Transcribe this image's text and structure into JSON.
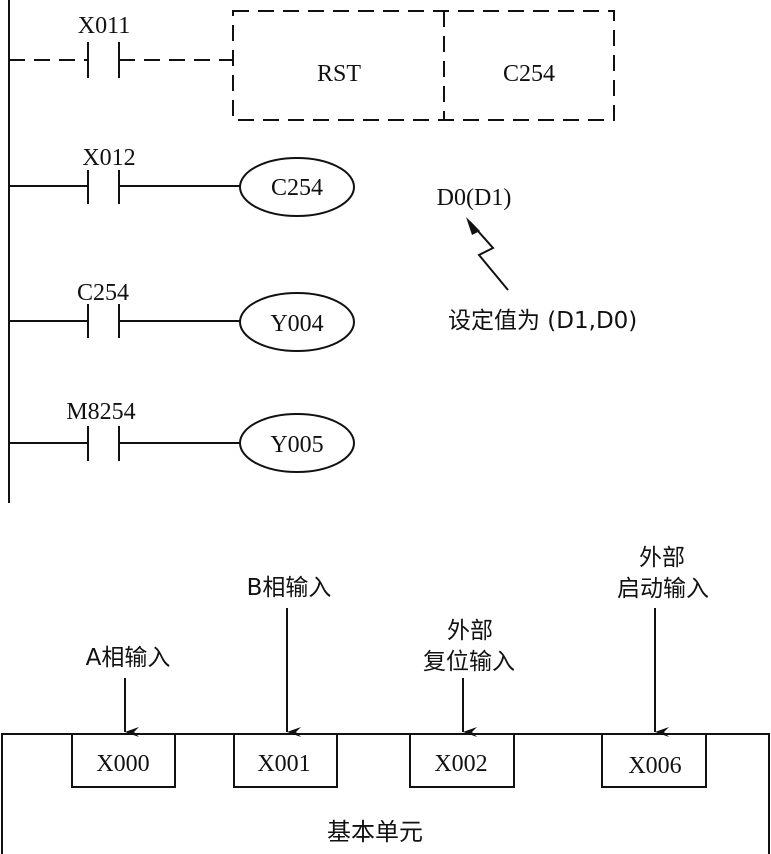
{
  "ladder": {
    "rungs": [
      {
        "contact": "X011",
        "instruction": "RST",
        "operand": "C254",
        "style": "dashed"
      },
      {
        "contact": "X012",
        "coil": "C254"
      },
      {
        "contact": "C254",
        "coil": "Y004"
      },
      {
        "contact": "M8254",
        "coil": "Y005"
      }
    ],
    "annotation": {
      "register": "D0(D1)",
      "note": "设定值为 (D1,D0)"
    }
  },
  "unit": {
    "title": "基本单元",
    "inputs": [
      {
        "terminal": "X000",
        "label_lines": [
          "A相输入"
        ]
      },
      {
        "terminal": "X001",
        "label_lines": [
          "B相输入"
        ]
      },
      {
        "terminal": "X002",
        "label_lines": [
          "外部",
          "复位输入"
        ]
      },
      {
        "terminal": "X006",
        "label_lines": [
          "外部",
          "启动输入"
        ]
      }
    ]
  }
}
